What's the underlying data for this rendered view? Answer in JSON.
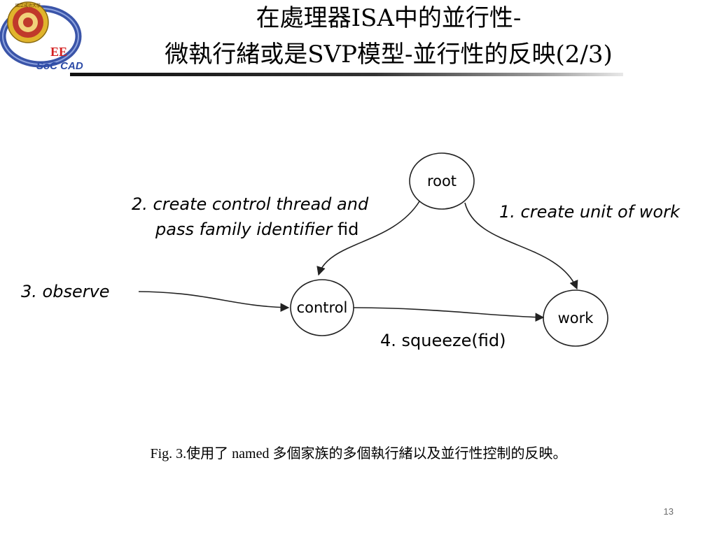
{
  "logo": {
    "emblem_text": "國立成功大學",
    "ee_text": "EE",
    "lab_text": "SoC CAD",
    "colors": {
      "ring": "#3a54a8",
      "seal": "#c0392b",
      "gold": "#e0b42c",
      "ee_red": "#d42020",
      "lab_blue": "#2b4aa6"
    }
  },
  "title": {
    "line1": "在處理器ISA中的並行性-",
    "line2": "微執行緒或是SVP模型-並行性的反映(2/3)"
  },
  "diagram": {
    "nodes": [
      {
        "id": "root",
        "label": "root"
      },
      {
        "id": "control",
        "label": "control"
      },
      {
        "id": "work",
        "label": "work"
      }
    ],
    "edges": [
      {
        "from": "root",
        "to": "control",
        "label_prefix": "2. create control thread and",
        "label_line2_italic": "pass family identifier",
        "label_line2_suffix": "fid"
      },
      {
        "from": "root",
        "to": "work",
        "label": "1. create unit of work"
      },
      {
        "from": "external",
        "to": "control",
        "label": "3. observe"
      },
      {
        "from": "control",
        "to": "work",
        "label": "4. squeeze(fid)"
      }
    ]
  },
  "caption": "Fig. 3.使用了 named 多個家族的多個執行緒以及並行性控制的反映。",
  "page_number": "13"
}
